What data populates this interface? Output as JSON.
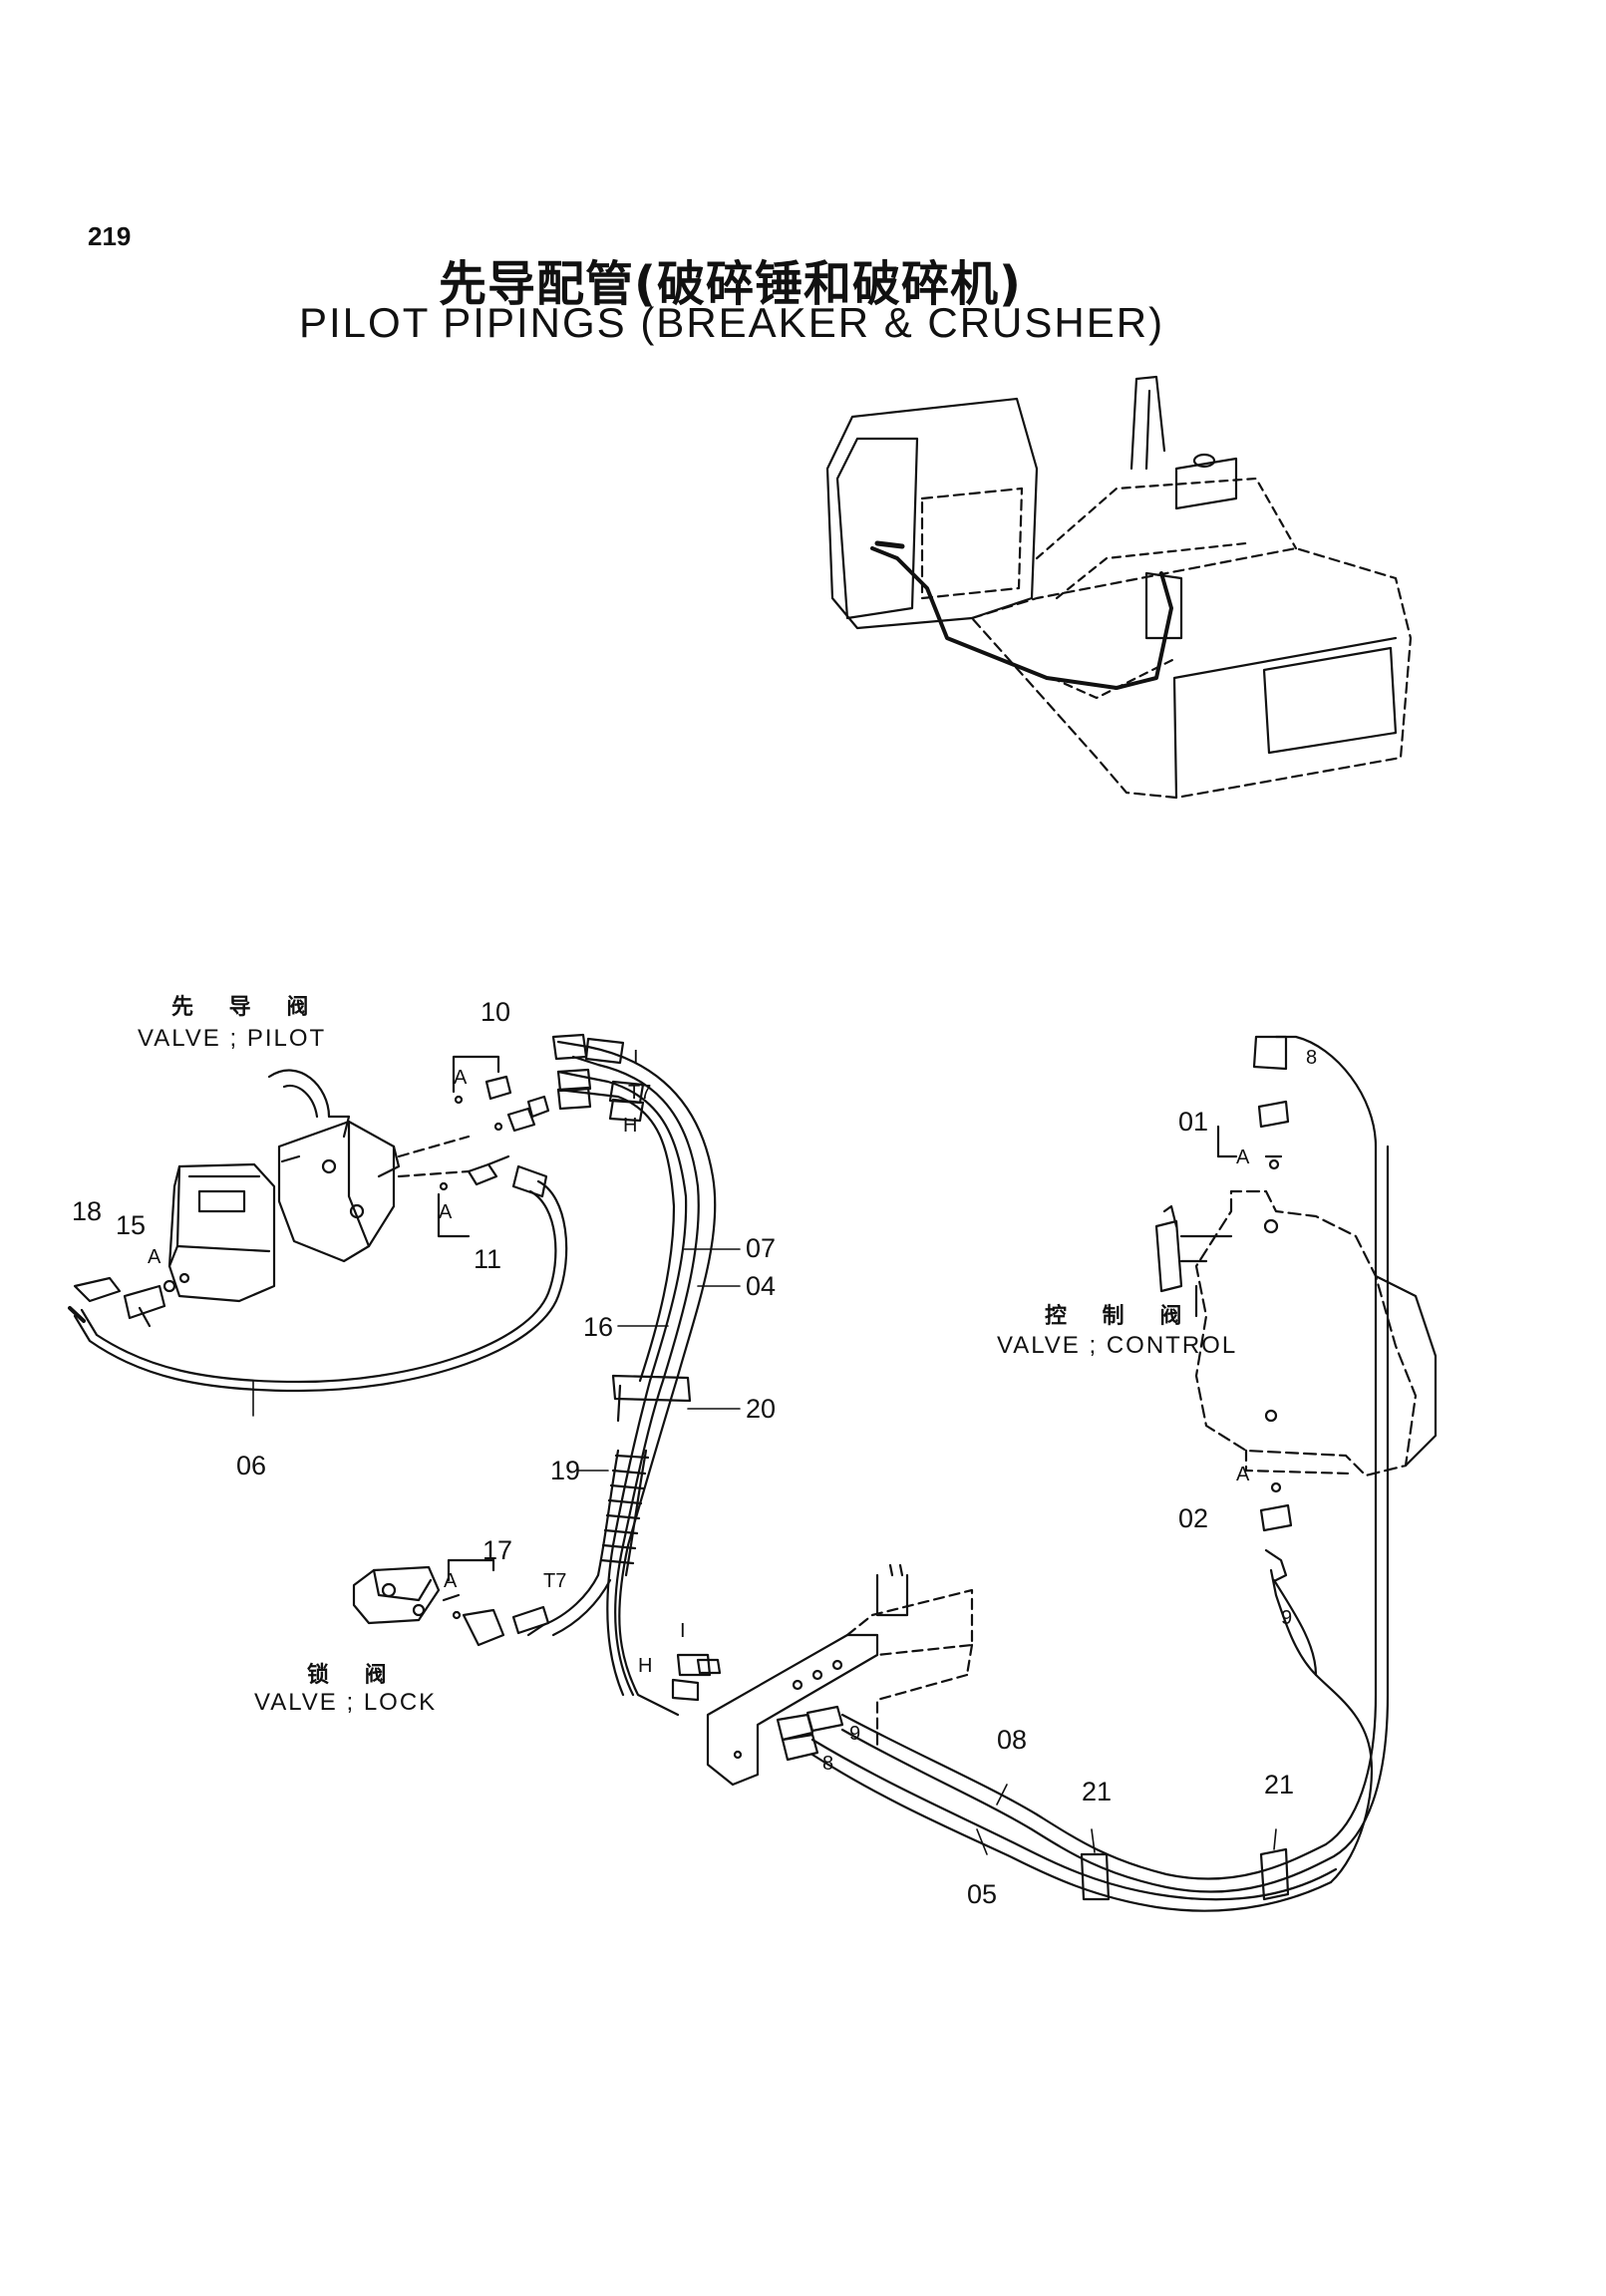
{
  "page_number": "219",
  "title": {
    "chinese": "先导配管(破碎锤和破碎机)",
    "english": "PILOT PIPINGS (BREAKER & CRUSHER)"
  },
  "components": {
    "pilot_valve": {
      "cn": "先 导 阀",
      "en": "VALVE ; PILOT"
    },
    "control_valve": {
      "cn": "控 制 阀",
      "en": "VALVE ; CONTROL"
    },
    "lock_valve": {
      "cn": "锁 阀",
      "en": "VALVE ; LOCK"
    }
  },
  "part_callouts": [
    "10",
    "11",
    "18",
    "15",
    "06",
    "07",
    "04",
    "16",
    "20",
    "19",
    "17",
    "01",
    "02",
    "08",
    "05",
    "21",
    "21",
    "8",
    "9",
    "8",
    "9"
  ],
  "port_labels": {
    "a": "A",
    "i": "I",
    "t7": "T7",
    "h": "H"
  },
  "colors": {
    "line": "#111111",
    "background": "#ffffff"
  }
}
